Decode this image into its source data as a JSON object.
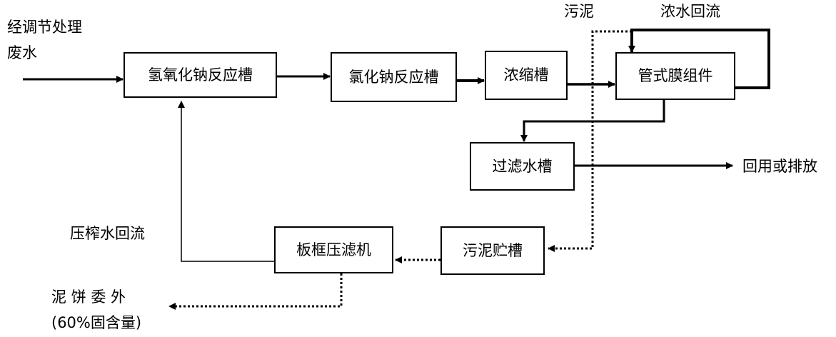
{
  "input_label_line1": "经调节处理",
  "input_label_line2": "废水",
  "units": {
    "naoh_tank": "氢氧化钠反应槽",
    "nacl_tank": "氯化钠反应槽",
    "thickener": "浓缩槽",
    "membrane": "管式膜组件",
    "filtrate_tank": "过滤水槽",
    "sludge_tank": "污泥贮槽",
    "filter_press": "板框压滤机"
  },
  "labels": {
    "sludge": "污泥",
    "concentrate_reflux": "浓水回流",
    "reuse": "回用或排放",
    "press_water_reflux": "压榨水回流",
    "cake_line1": "泥 饼 委 外",
    "cake_line2": "(60%固含量)"
  }
}
